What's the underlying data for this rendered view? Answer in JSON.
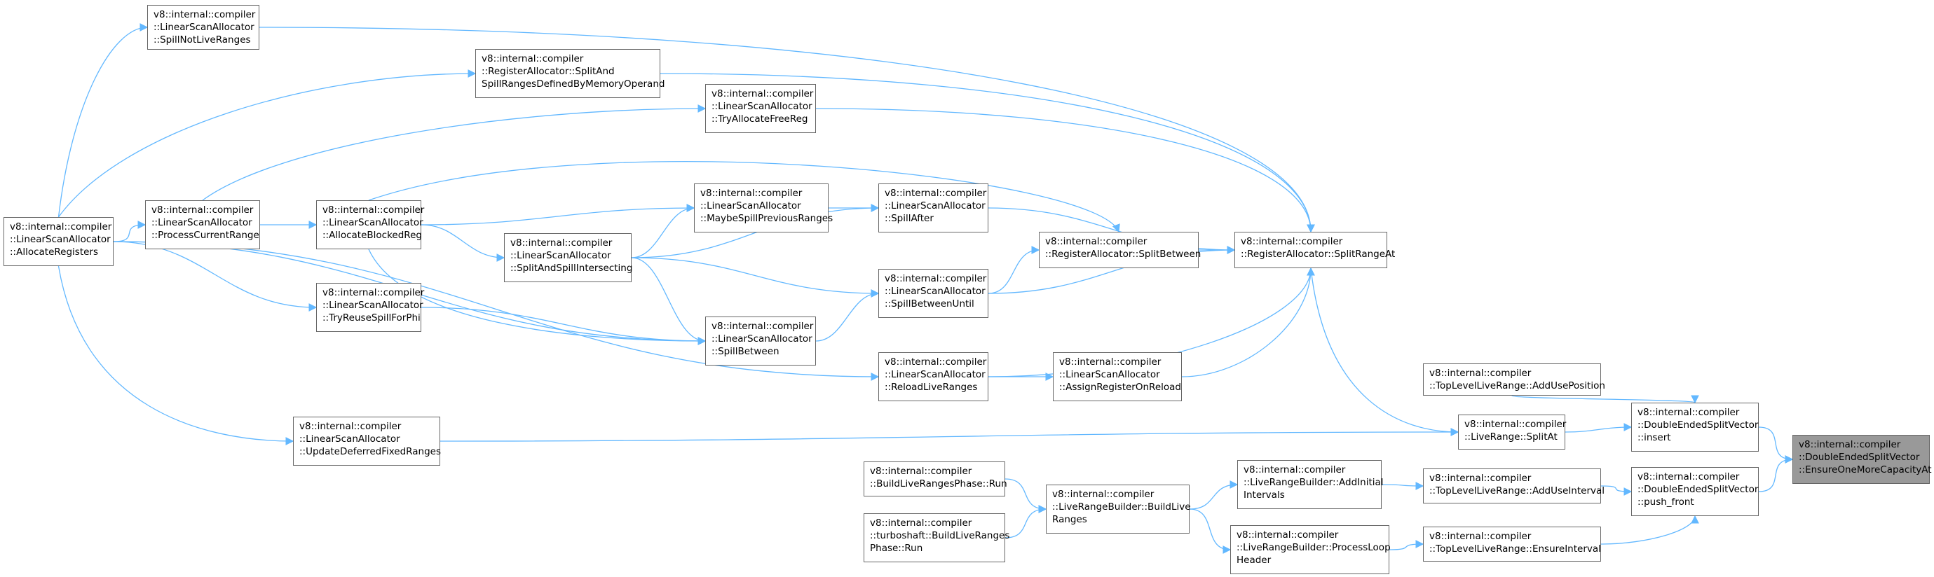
{
  "graph": {
    "edge_color": "#63b8ff",
    "focus_node_color": "#999999",
    "nodes": {
      "spill_not_live": "v8::internal::compiler\n::LinearScanAllocator\n::SpillNotLiveRanges",
      "split_and_spill_memop": "v8::internal::compiler\n::RegisterAllocator::SplitAnd\nSpillRangesDefinedByMemoryOperand",
      "try_allocate_free_reg": "v8::internal::compiler\n::LinearScanAllocator\n::TryAllocateFreeReg",
      "allocate_registers": "v8::internal::compiler\n::LinearScanAllocator\n::AllocateRegisters",
      "process_current_range": "v8::internal::compiler\n::LinearScanAllocator\n::ProcessCurrentRange",
      "allocate_blocked_reg": "v8::internal::compiler\n::LinearScanAllocator\n::AllocateBlockedReg",
      "maybe_spill_previous": "v8::internal::compiler\n::LinearScanAllocator\n::MaybeSpillPreviousRanges",
      "spill_after": "v8::internal::compiler\n::LinearScanAllocator\n::SpillAfter",
      "split_and_spill_intersecting": "v8::internal::compiler\n::LinearScanAllocator\n::SplitAndSpillIntersecting",
      "split_between": "v8::internal::compiler\n::RegisterAllocator::SplitBetween",
      "split_range_at": "v8::internal::compiler\n::RegisterAllocator::SplitRangeAt",
      "spill_between_until": "v8::internal::compiler\n::LinearScanAllocator\n::SpillBetweenUntil",
      "try_reuse_spill_for_phi": "v8::internal::compiler\n::LinearScanAllocator\n::TryReuseSpillForPhi",
      "spill_between": "v8::internal::compiler\n::LinearScanAllocator\n::SpillBetween",
      "reload_live_ranges": "v8::internal::compiler\n::LinearScanAllocator\n::ReloadLiveRanges",
      "assign_register_on_reload": "v8::internal::compiler\n::LinearScanAllocator\n::AssignRegisterOnReload",
      "add_use_position": "v8::internal::compiler\n::TopLevelLiveRange::AddUsePosition",
      "update_deferred_fixed": "v8::internal::compiler\n::LinearScanAllocator\n::UpdateDeferredFixedRanges",
      "live_range_split_at": "v8::internal::compiler\n::LiveRange::SplitAt",
      "desv_insert": "v8::internal::compiler\n::DoubleEndedSplitVector\n::insert",
      "ensure_one_more_capacity": "v8::internal::compiler\n::DoubleEndedSplitVector\n::EnsureOneMoreCapacityAt",
      "build_live_ranges_phase": "v8::internal::compiler\n::BuildLiveRangesPhase::Run",
      "build_live": "v8::internal::compiler\n::LiveRangeBuilder::BuildLive\nRanges",
      "add_initial_intervals": "v8::internal::compiler\n::LiveRangeBuilder::AddInitial\nIntervals",
      "add_use_interval": "v8::internal::compiler\n::TopLevelLiveRange::AddUseInterval",
      "desv_push_front": "v8::internal::compiler\n::DoubleEndedSplitVector\n::push_front",
      "turboshaft_build": "v8::internal::compiler\n::turboshaft::BuildLiveRanges\nPhase::Run",
      "process_loop_header": "v8::internal::compiler\n::LiveRangeBuilder::ProcessLoop\nHeader",
      "ensure_interval": "v8::internal::compiler\n::TopLevelLiveRange::EnsureInterval"
    }
  }
}
